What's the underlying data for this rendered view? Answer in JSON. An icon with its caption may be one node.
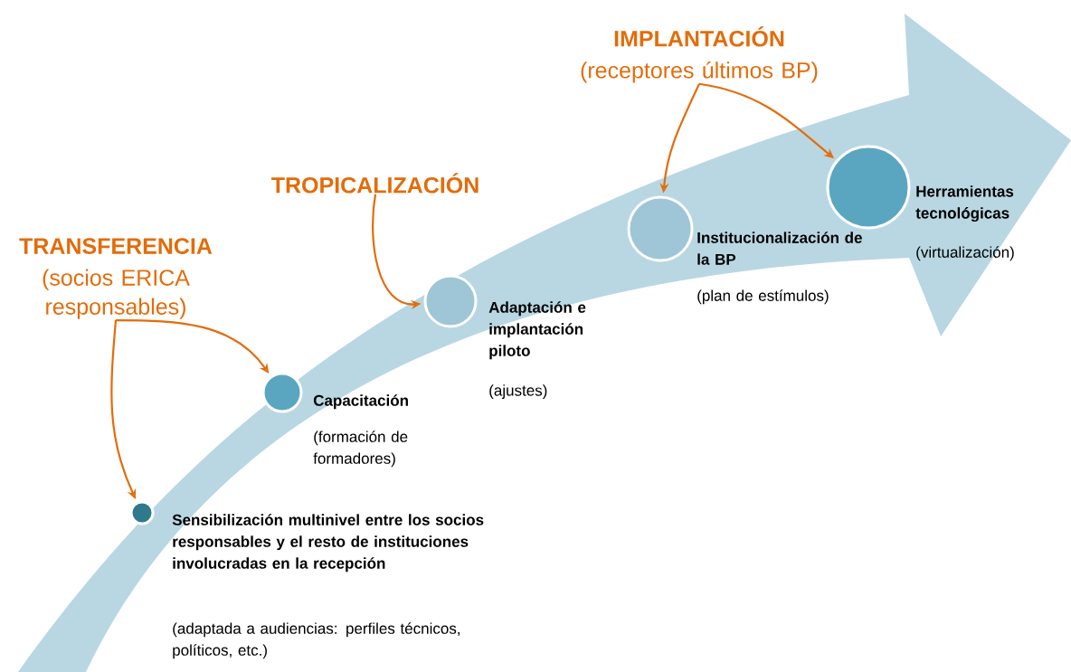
{
  "diagram": {
    "nodes": [
      {
        "text": [
          "IMPLANTACIÓN",
          "(receptores últimos BP)"
        ]
      },
      {
        "text": [
          "TROPICALIZACIÓN"
        ]
      },
      {
        "text": [
          "TRANSFERENCIA",
          "(socios ERICA responsables)"
        ]
      },
      {
        "text": [],
        "shape": "circle",
        "beside": [
          "Sensibilización multinivel entre los socios responsables y el resto de instituciones involucradas en la recepción",
          "(adaptada a audiencias: perfiles técnicos, políticos, etc.)"
        ]
      },
      {
        "text": [],
        "shape": "circle",
        "beside": [
          "Capacitación",
          "(formación de formadores)"
        ]
      },
      {
        "text": [],
        "shape": "circle",
        "beside": [
          "Adaptación e implantación piloto",
          "(ajustes)"
        ]
      },
      {
        "text": [],
        "shape": "circle",
        "beside": [
          "Institucionalización de la BP",
          "(plan de estímulos)"
        ]
      },
      {
        "text": [],
        "shape": "circle",
        "beside": [
          "Herramientas tecnológicas",
          "(virtualización)"
        ]
      }
    ],
    "edges": [
      {
        "from": 2,
        "to": 3,
        "arrow": "to"
      },
      {
        "from": 2,
        "to": 4,
        "arrow": "to"
      },
      {
        "from": 1,
        "to": 5,
        "arrow": "to"
      },
      {
        "from": 0,
        "to": 6,
        "arrow": "to"
      },
      {
        "from": 0,
        "to": 7,
        "arrow": "to"
      }
    ]
  }
}
